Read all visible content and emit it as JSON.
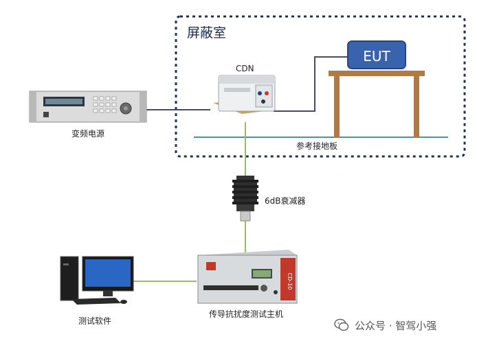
{
  "room": {
    "title": "屏蔽室"
  },
  "eut": {
    "label": "EUT"
  },
  "cdn": {
    "label": "CDN"
  },
  "ground": {
    "label": "参考接地板"
  },
  "power": {
    "label": "变频电源"
  },
  "attenuator": {
    "label": "6dB衰减器"
  },
  "host": {
    "label": "传导抗扰度测试主机",
    "panel_text": "CD-10"
  },
  "software": {
    "label": "测试软件"
  },
  "watermark": {
    "text": "公众号 · 智驾小强"
  },
  "colors": {
    "room_border": "#1e3050",
    "eut_fill": "#3a63ad",
    "ground_line": "#4a8fb8",
    "power_cable": "#4a4a66",
    "signal_cable": "#9cba6a",
    "table_wood": "#b07a45"
  }
}
